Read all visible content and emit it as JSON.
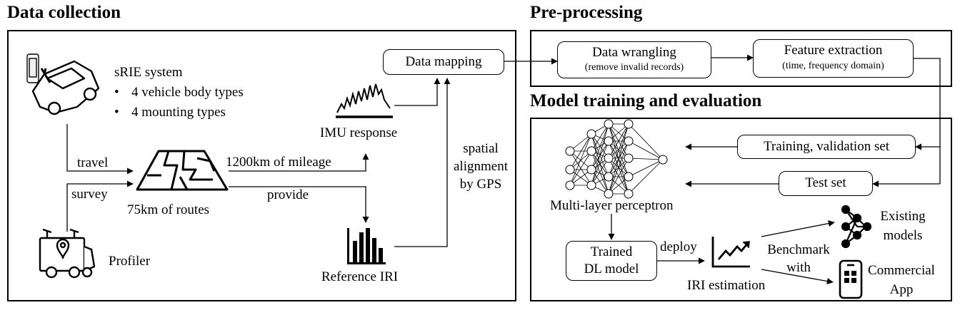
{
  "sections": {
    "data_collection": "Data collection",
    "preprocessing": "Pre-processing",
    "model_training": "Model training and evaluation"
  },
  "collection": {
    "srie_title": "sRIE system",
    "srie_items": [
      "4 vehicle body types",
      "4 mounting types"
    ],
    "profiler": "Profiler",
    "travel": "travel",
    "survey": "survey",
    "routes": "75km of routes",
    "mileage": "1200km of mileage",
    "provide": "provide",
    "imu": "IMU response",
    "reference_iri": "Reference IRI",
    "data_mapping": "Data mapping",
    "alignment": [
      "spatial",
      "alignment",
      "by GPS"
    ]
  },
  "preprocessing": {
    "wrangling": "Data wrangling",
    "wrangling_sub": "(remove invalid records)",
    "feature": "Feature extraction",
    "feature_sub": "(time, frequency domain)"
  },
  "training": {
    "train_set": "Training, validation set",
    "test_set": "Test set",
    "mlp": "Multi-layer perceptron",
    "trained_model": [
      "Trained",
      "DL model"
    ],
    "deploy": "deploy",
    "iri_estimation": "IRI estimation",
    "benchmark": [
      "Benchmark",
      "with"
    ],
    "existing_models": [
      "Existing",
      "models"
    ],
    "commercial_app": [
      "Commercial",
      "App"
    ]
  },
  "icons": [
    "phone-icon",
    "car-icon",
    "road-map-icon",
    "profiler-vehicle-icon",
    "imu-signal-icon",
    "bar-chart-icon",
    "neural-network-icon",
    "trend-chart-icon",
    "small-network-icon",
    "smartphone-app-icon"
  ]
}
